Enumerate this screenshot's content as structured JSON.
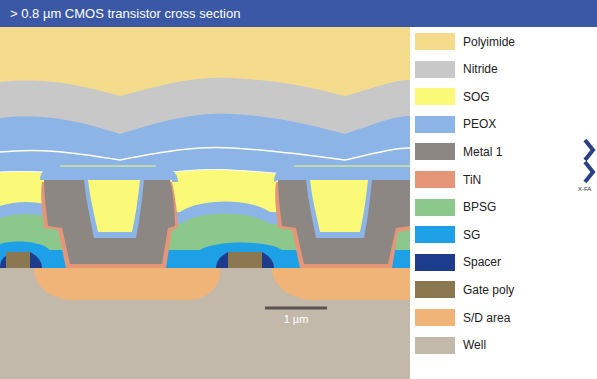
{
  "diagram": {
    "title": "> 0.8 µm CMOS transistor cross section",
    "labels": [
      "1 µm",
      "X-FA"
    ],
    "legend": [
      {
        "text": "Polyimide",
        "color": "#f5dc8c"
      },
      {
        "text": "Nitride",
        "color": "#c8c8c8"
      },
      {
        "text": "SOG",
        "color": "#fafa78"
      },
      {
        "text": "PEOX",
        "color": "#8cb4e6"
      },
      {
        "text": "Metal 1",
        "color": "#8c8782"
      },
      {
        "text": "TiN",
        "color": "#e69678"
      },
      {
        "text": "BPSG",
        "color": "#8cc88c"
      },
      {
        "text": "SG",
        "color": "#1ea0e6"
      },
      {
        "text": "Spacer",
        "color": "#1e3c8c"
      },
      {
        "text": "Gate poly",
        "color": "#8c7850"
      },
      {
        "text": "S/D area",
        "color": "#f0b478"
      },
      {
        "text": "Well",
        "color": "#c3b9ab"
      }
    ]
  }
}
